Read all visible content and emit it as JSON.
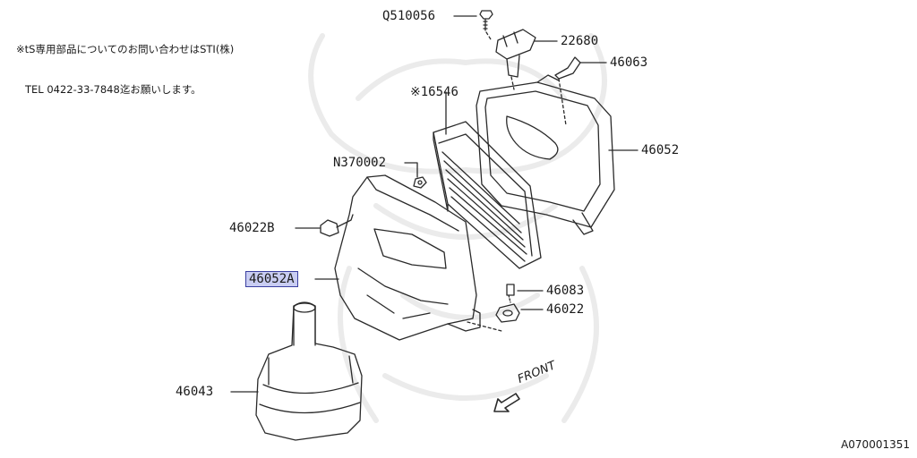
{
  "note": {
    "line1": "※tS専用部品についてのお問い合わせはSTI(株)",
    "line2": "TEL 0422-33-7848迄お願いします。"
  },
  "parts": {
    "q510056": "Q510056",
    "p22680": "22680",
    "p46063": "46063",
    "p16546": "※16546",
    "p46052": "46052",
    "n370002": "N370002",
    "p46022b": "46022B",
    "p46052a": "46052A",
    "p46083": "46083",
    "p46022": "46022",
    "p46043": "46043"
  },
  "front_label": "FRONT",
  "doc_id": "A070001351",
  "highlight_color": "#c9cdf2"
}
